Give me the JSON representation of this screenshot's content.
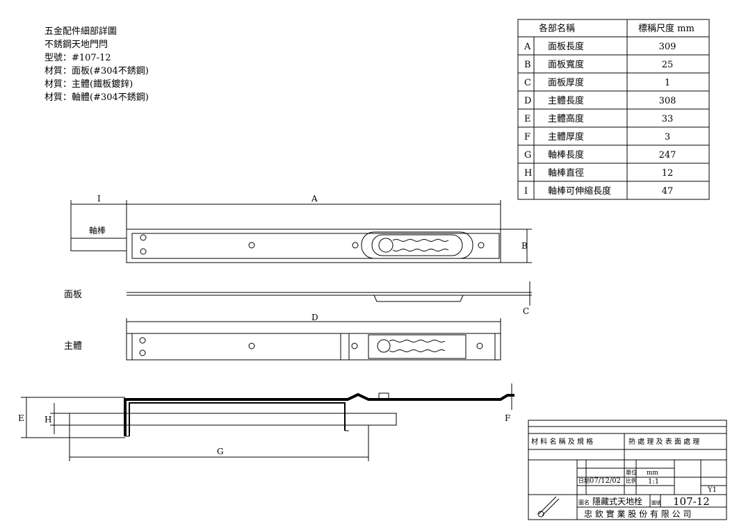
{
  "notes": [
    "五金配件細部詳圖",
    "不銹鋼天地門閂",
    "型號：#107-12",
    "材質：面板(#304不銹鋼)",
    "材質：主體(鐵板鍍鋅)",
    "材質：軸體(#304不銹鋼)"
  ],
  "dim_table": {
    "headers": [
      "各部名稱",
      "標稱尺度 mm"
    ],
    "rows": [
      [
        "A",
        "面板長度",
        "309"
      ],
      [
        "B",
        "面板寬度",
        "25"
      ],
      [
        "C",
        "面板厚度",
        "1"
      ],
      [
        "D",
        "主體長度",
        "308"
      ],
      [
        "E",
        "主體高度",
        "33"
      ],
      [
        "F",
        "主體厚度",
        "3"
      ],
      [
        "G",
        "軸棒長度",
        "247"
      ],
      [
        "H",
        "軸棒直徑",
        "12"
      ],
      [
        "I",
        "軸棒可伸縮長度",
        "47"
      ]
    ]
  },
  "labels": {
    "I": "I",
    "A": "A",
    "B": "B",
    "C": "C",
    "D": "D",
    "E": "E",
    "F": "F",
    "G": "G",
    "H": "H",
    "rod": "軸棒",
    "faceplate": "面板",
    "body": "主體"
  },
  "title_block": {
    "material": "材 料 名 稱 及 規 格",
    "treatment": "熱 處 理 及 表 面 處 理",
    "date_label": "日期",
    "date": "07/12/02",
    "unit_label": "單位",
    "unit": "mm",
    "scale_label": "比例",
    "scale": "1:1",
    "version": "Y1",
    "drawing_name_label": "圖名",
    "drawing_name": "隱藏式天地栓",
    "drawing_no_label": "圖號",
    "drawing_no": "107-12",
    "company": "忠 欽 實 業 股 份 有 限 公 司"
  }
}
